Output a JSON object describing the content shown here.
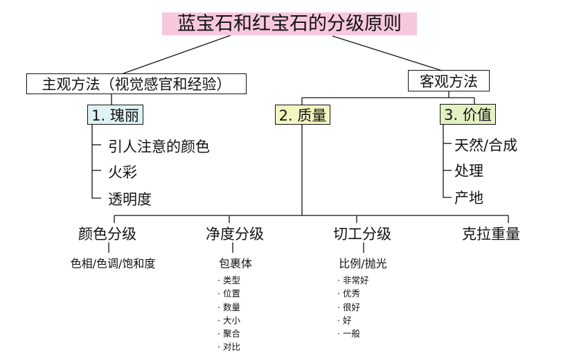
{
  "title": "蓝宝石和红宝石的分级原则",
  "colors": {
    "title_bg": "#f7c8dd",
    "beauty_bg": "#dff2f4",
    "quality_bg": "#f4f6c2",
    "value_bg": "#e2f0c2"
  },
  "subjective": {
    "label": "主观方法（视觉感官和经验）",
    "beauty": {
      "label": "1. 瑰丽",
      "items": [
        "引人注意的颜色",
        "火彩",
        "透明度"
      ]
    }
  },
  "objective": {
    "label": "客观方法",
    "quality": {
      "label": "2. 质量"
    },
    "value": {
      "label": "3. 价值",
      "items": [
        "天然/合成",
        "处理",
        "产地"
      ]
    }
  },
  "categories": [
    {
      "label": "颜色分级",
      "sub": "色相/色调/饱和度",
      "bullets": []
    },
    {
      "label": "净度分级",
      "sub": "包裹体",
      "bullets": [
        "类型",
        "位置",
        "数量",
        "大小",
        "聚合",
        "对比"
      ]
    },
    {
      "label": "切工分级",
      "sub": "比例/抛光",
      "bullets": [
        "非常好",
        "优秀",
        "很好",
        "好",
        "一般"
      ]
    },
    {
      "label": "克拉重量",
      "sub": "",
      "bullets": []
    }
  ]
}
